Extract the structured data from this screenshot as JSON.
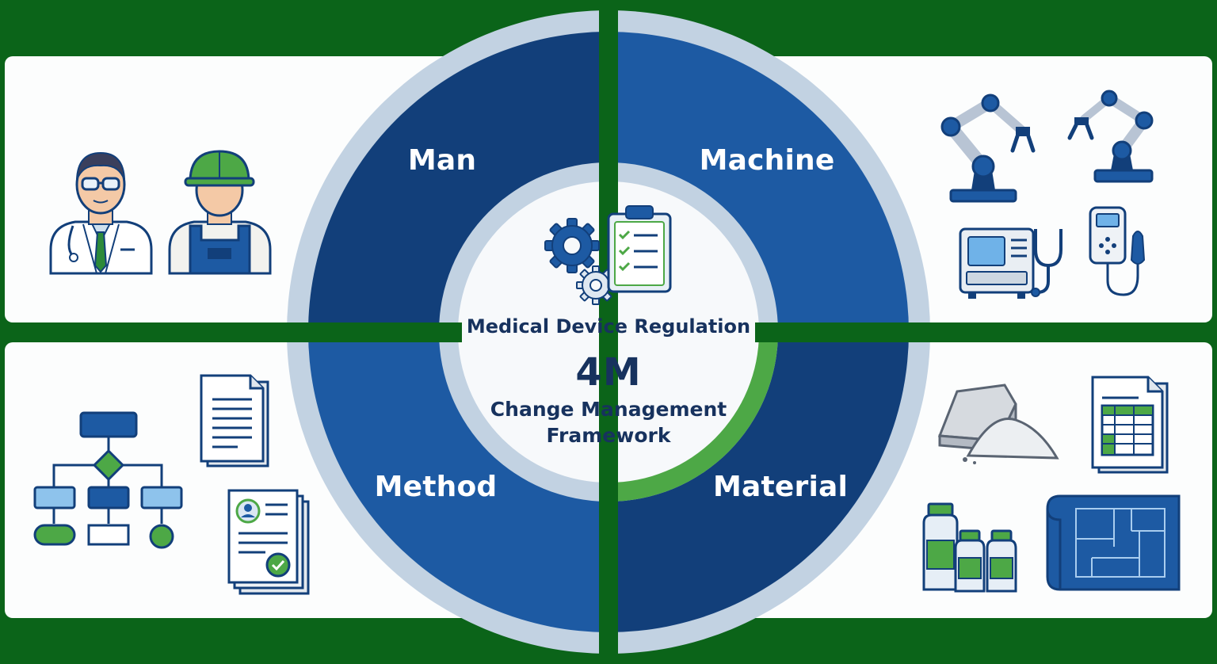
{
  "center": {
    "title": "Medical Device Regulation",
    "acronym": "4M",
    "subtitle_line1": "Change Management",
    "subtitle_line2": "Framework"
  },
  "quadrants": [
    {
      "key": "man",
      "label": "Man",
      "icons": [
        "doctor-icon",
        "worker-icon"
      ]
    },
    {
      "key": "machine",
      "label": "Machine",
      "icons": [
        "robot-arm-icon",
        "robot-arm-icon",
        "patient-monitor-icon",
        "stethoscope-icon",
        "handheld-device-icon"
      ]
    },
    {
      "key": "method",
      "label": "Method",
      "icons": [
        "flowchart-icon",
        "document-icon",
        "certificate-icon"
      ]
    },
    {
      "key": "material",
      "label": "Material",
      "icons": [
        "raw-material-icon",
        "spreadsheet-document-icon",
        "vials-icon",
        "blueprint-icon"
      ]
    }
  ],
  "colors": {
    "background": "#0b6419",
    "panel": "#fcfdfd",
    "navy": "#123f7a",
    "blue": "#1d5aa3",
    "ring": "#c2d2e2",
    "accent_green": "#4da846",
    "text_dark": "#17325e"
  }
}
